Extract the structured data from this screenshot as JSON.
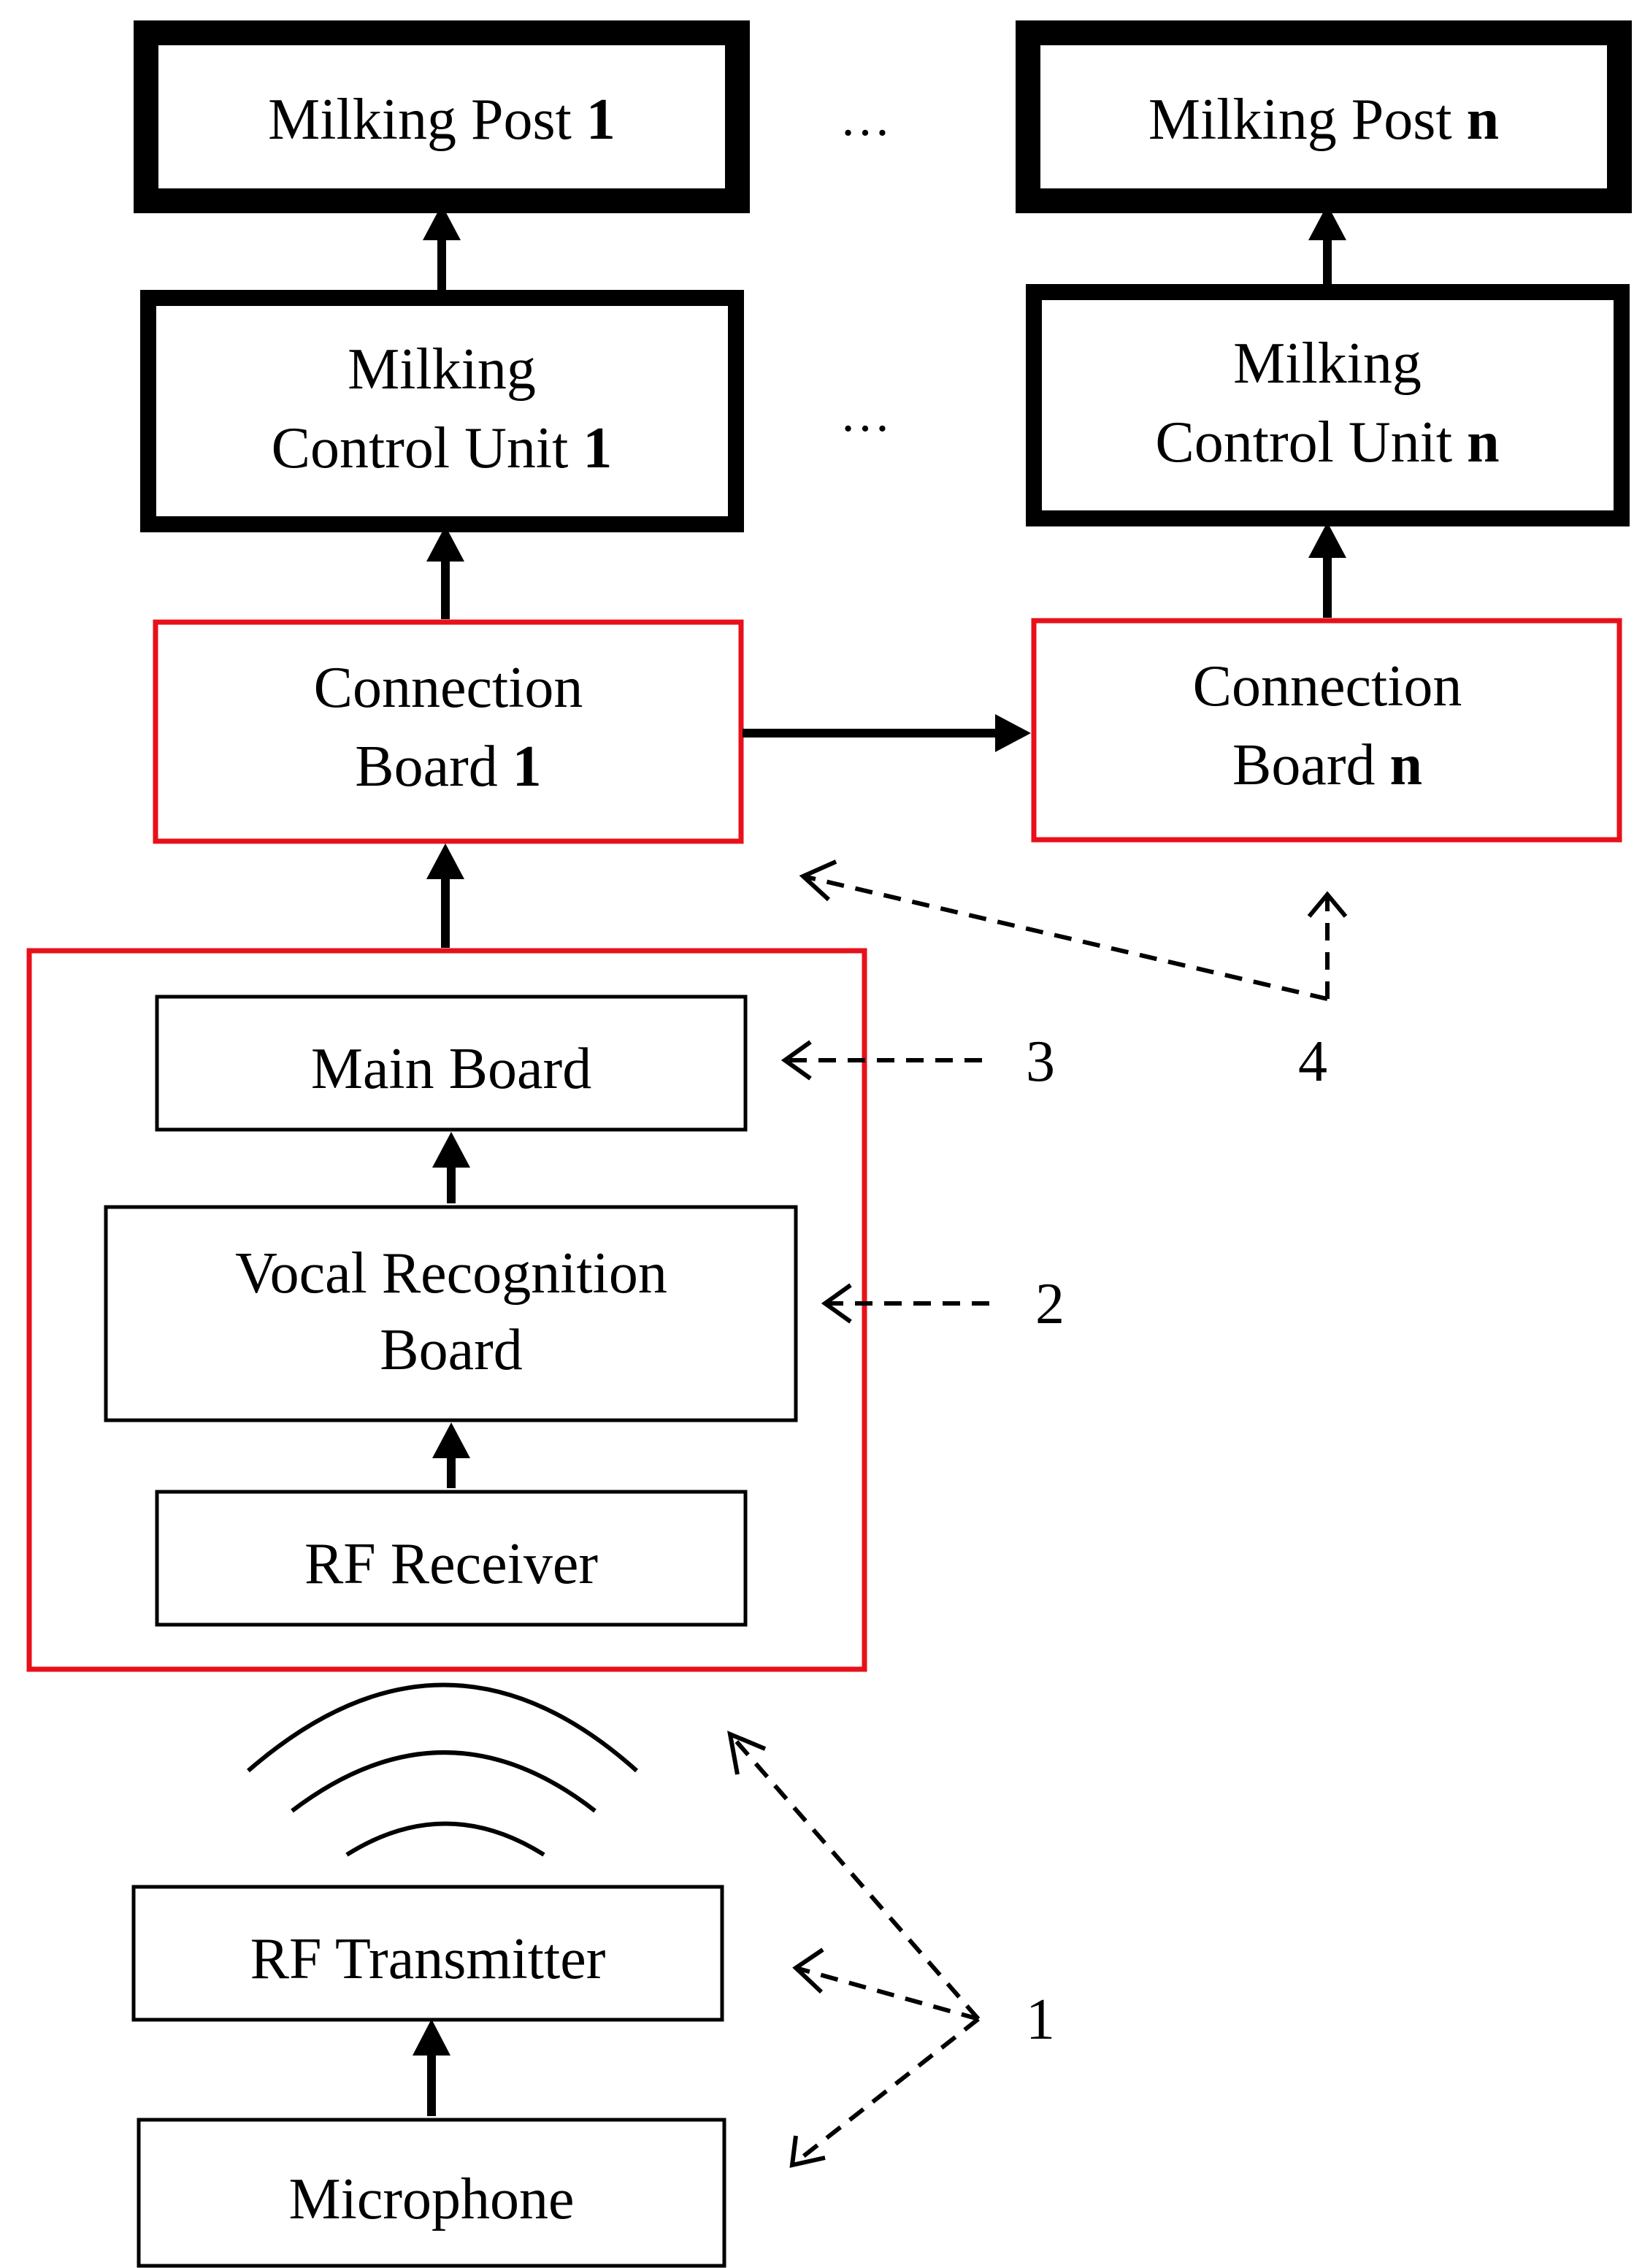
{
  "diagram": {
    "milking_post_1": {
      "text": "Milking Post ",
      "index": "1"
    },
    "milking_post_n": {
      "text": "Milking Post ",
      "index": "n"
    },
    "control_unit_1": {
      "line1": "Milking",
      "line2": "Control Unit ",
      "index": "1"
    },
    "control_unit_n": {
      "line1": "Milking",
      "line2": "Control Unit ",
      "index": "n"
    },
    "connection_board_1": {
      "line1": "Connection",
      "line2": "Board ",
      "index": "1"
    },
    "connection_board_n": {
      "line1": "Connection",
      "line2": "Board ",
      "index": "n"
    },
    "main_board": "Main Board",
    "vocal_recognition_board": {
      "line1": "Vocal Recognition",
      "line2": "Board"
    },
    "rf_receiver": "RF Receiver",
    "rf_transmitter": "RF Transmitter",
    "microphone": "Microphone",
    "ellipsis_top": "…",
    "ellipsis_middle": "…",
    "callouts": {
      "c1": "1",
      "c2": "2",
      "c3": "3",
      "c4": "4"
    },
    "colors": {
      "stroke": "#000000",
      "highlight": "#e8101a"
    }
  }
}
